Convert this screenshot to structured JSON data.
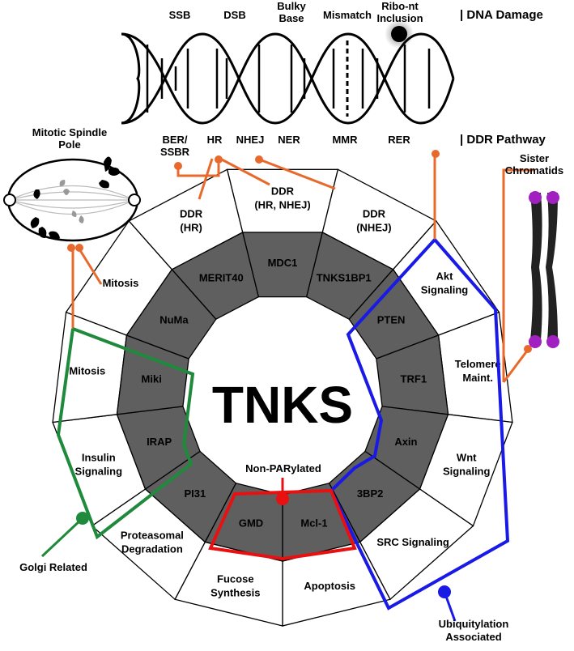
{
  "center_label": "TNKS",
  "header": {
    "dna_damage_title": "| DNA Damage",
    "ddr_pathway_title": "| DDR Pathway",
    "damage_types": [
      {
        "line1": "SSB",
        "line2": ""
      },
      {
        "line1": "DSB",
        "line2": ""
      },
      {
        "line1": "Bulky",
        "line2": "Base"
      },
      {
        "line1": "Mismatch",
        "line2": ""
      },
      {
        "line1": "Ribo-nt",
        "line2": "Inclusion"
      }
    ],
    "pathways": [
      {
        "line1": "BER/",
        "line2": "SSBR"
      },
      {
        "line1": "HR",
        "line2": ""
      },
      {
        "line1": "NHEJ",
        "line2": ""
      },
      {
        "line1": "NER",
        "line2": ""
      },
      {
        "line1": "MMR",
        "line2": ""
      },
      {
        "line1": "RER",
        "line2": ""
      }
    ]
  },
  "inner_ring": [
    "MDC1",
    "TNKS1BP1",
    "PTEN",
    "TRF1",
    "Axin",
    "3BP2",
    "Mcl-1",
    "GMD",
    "PI31",
    "IRAP",
    "Miki",
    "NuMa",
    "MERIT40"
  ],
  "outer_ring": [
    {
      "line1": "DDR",
      "line2": "(HR, NHEJ)"
    },
    {
      "line1": "DDR",
      "line2": "(NHEJ)"
    },
    {
      "line1": "Akt",
      "line2": "Signaling"
    },
    {
      "line1": "Telomere",
      "line2": "Maint."
    },
    {
      "line1": "Wnt",
      "line2": "Signaling"
    },
    {
      "line1": "SRC Signaling",
      "line2": ""
    },
    {
      "line1": "Apoptosis",
      "line2": ""
    },
    {
      "line1": "Fucose",
      "line2": "Synthesis"
    },
    {
      "line1": "Proteasomal",
      "line2": "Degradation"
    },
    {
      "line1": "Insulin",
      "line2": "Signaling"
    },
    {
      "line1": "Mitosis",
      "line2": ""
    },
    {
      "line1": "Mitosis",
      "line2": ""
    },
    {
      "line1": "DDR",
      "line2": "(HR)"
    }
  ],
  "callouts": {
    "mitotic_spindle": {
      "line1": "Mitotic Spindle",
      "line2": "Pole"
    },
    "sister_chromatids": {
      "line1": "Sister",
      "line2": "Chromatids"
    },
    "non_parylated": "Non-PARylated",
    "golgi_related": "Golgi Related",
    "ubiquitylation": {
      "line1": "Ubiquitylation",
      "line2": "Associated"
    }
  },
  "colors": {
    "inner_ring_fill": "#5f5f5f",
    "outer_ring_fill": "#ffffff",
    "connector_orange": "#e8692c",
    "golgi_green": "#1f8a3c",
    "ubiquitylation_blue": "#1a1ae6",
    "non_parylated_red": "#e81010",
    "chromatid_magenta": "#a020c0"
  }
}
